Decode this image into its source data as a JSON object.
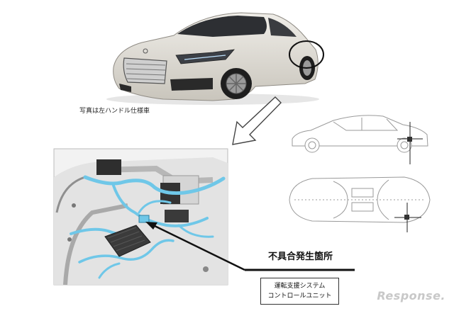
{
  "caption": "写真は左ハンドル仕様車",
  "defect_label": "不具合発生箇所",
  "unit_label_line1": "運転支援システム",
  "unit_label_line2": "コントロールユニット",
  "watermark": "Response.",
  "colors": {
    "harness": "#6fc7e8",
    "callout": "#111111",
    "car_body": "#d9d6cf"
  },
  "icons": [
    "car-photo",
    "side-view-drawing-icon",
    "top-view-drawing-icon",
    "pointer-arrow-icon",
    "highlight-circle-icon"
  ]
}
